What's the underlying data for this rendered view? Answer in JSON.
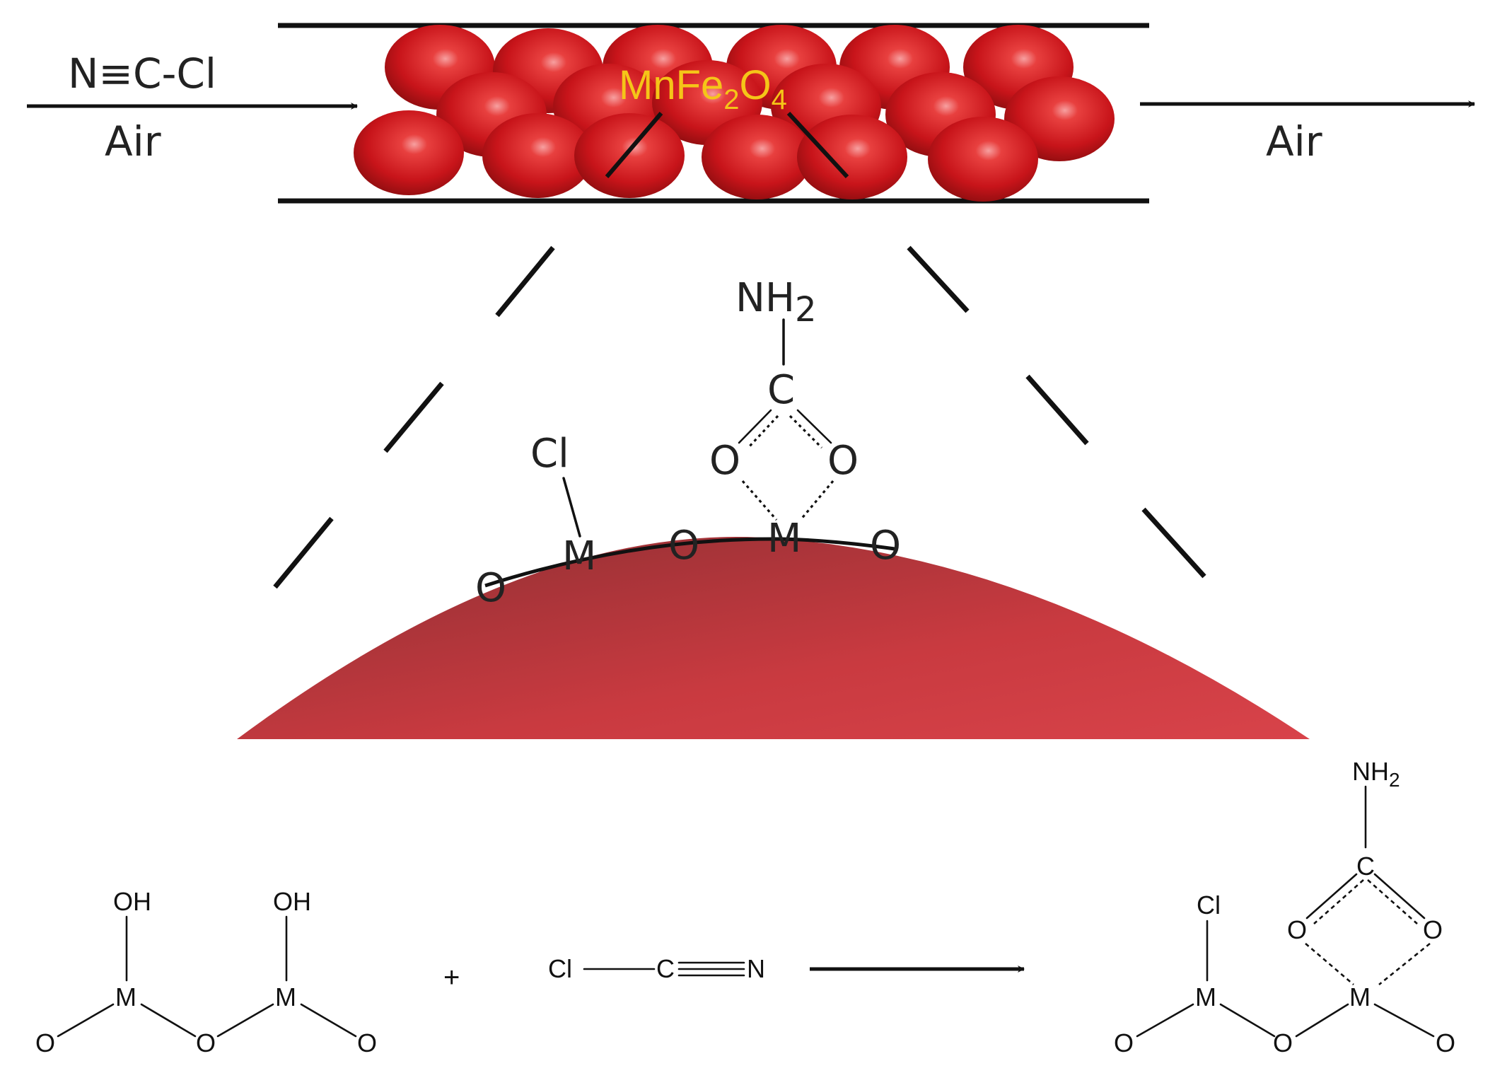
{
  "inlet": {
    "gas": "N≡C-Cl",
    "carrier": "Air"
  },
  "outlet": {
    "carrier": "Air"
  },
  "catalyst": {
    "main": "MnFe",
    "sub_1": "2",
    "o": "O",
    "sub_2": "4",
    "label_color": "#f5c518"
  },
  "surface": {
    "o": "O",
    "m": "M",
    "cl": "Cl",
    "c": "C",
    "nh": "NH",
    "nh_sub": "2"
  },
  "reaction": {
    "oh": "OH",
    "m": "M",
    "o": "O",
    "plus": "+",
    "cl": "Cl",
    "c": "C",
    "n": "N",
    "nh": "NH",
    "nh_sub": "2"
  },
  "colors": {
    "particle": "#c8141a",
    "surface": "#c93a40",
    "lines": "#111111"
  }
}
